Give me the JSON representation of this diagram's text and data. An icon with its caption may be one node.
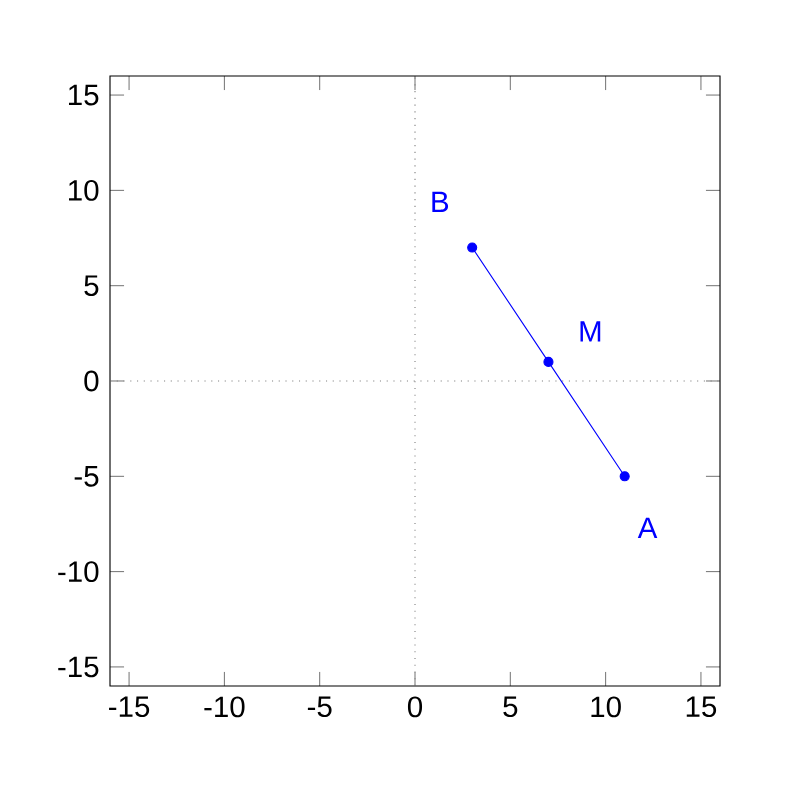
{
  "diagram": {
    "chart_data": {
      "type": "line",
      "x": [
        11,
        7,
        3
      ],
      "series": [
        {
          "color": "#0000ff",
          "marker": "circle",
          "values": [
            -5,
            1,
            7
          ]
        }
      ],
      "xlim": [
        -16,
        16
      ],
      "ylim": [
        -16,
        16
      ],
      "xticks": [
        -15,
        -10,
        -5,
        0,
        5,
        10,
        15
      ],
      "yticks": [
        -15,
        -10,
        -5,
        0,
        5,
        10,
        15
      ],
      "annotations": [
        "A",
        "M",
        "B"
      ]
    }
  }
}
